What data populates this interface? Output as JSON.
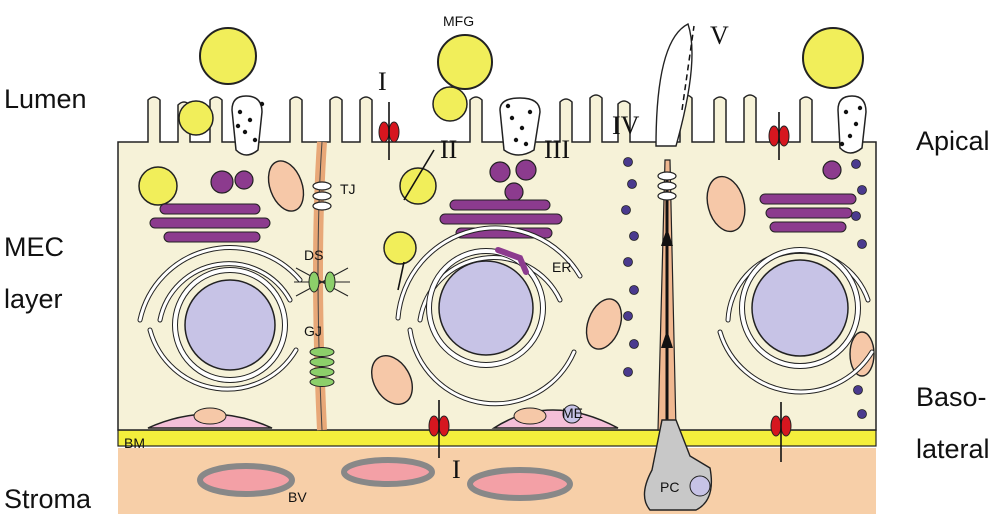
{
  "side_labels": {
    "lumen": "Lumen",
    "mec_line1": "MEC",
    "mec_line2": "layer",
    "stroma": "Stroma",
    "apical": "Apical",
    "baso_line1": "Baso-",
    "baso_line2": "lateral"
  },
  "structure_labels": {
    "mfg": "MFG",
    "tj": "TJ",
    "ds": "DS",
    "gj": "GJ",
    "er": "ER",
    "me": "ME",
    "bm": "BM",
    "bv": "BV",
    "pc": "PC"
  },
  "pathway_labels": {
    "p1_top": "I",
    "p2": "II",
    "p3": "III",
    "p4": "IV",
    "p5": "V",
    "p1_bottom": "I"
  },
  "colors": {
    "cytoplasm": "#f6f2d8",
    "stroma": "#f7cfa8",
    "basement_membrane": "#f4ee3c",
    "milk_fat_globule": "#f1ee5a",
    "nucleus": "#c7c3e6",
    "golgi_casein": "#8c3b8e",
    "mitochondria": "#f6c8a8",
    "transporter": "#d6161f",
    "desmosome_gap_junction": "#8ccf6a",
    "myoepithelial": "#f4bfd8",
    "blood_vessel": "#f3a0a6",
    "plasma_cell": "#c8c8c8",
    "vesicle_path": "#4a3a8e"
  }
}
